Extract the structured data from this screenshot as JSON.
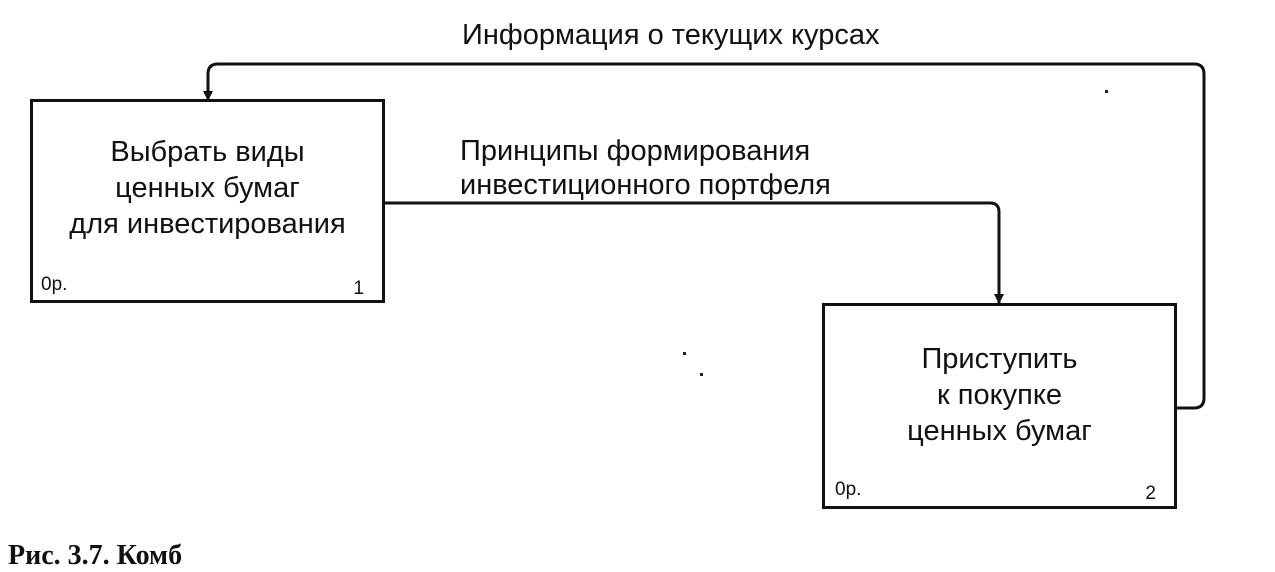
{
  "diagram": {
    "boxes": [
      {
        "id": "box-1",
        "lines": [
          "Выбрать виды",
          "ценных бумаг",
          "для инвестирования"
        ],
        "cost": "0р.",
        "number": "1"
      },
      {
        "id": "box-2",
        "lines": [
          "Приступить",
          "к покупке",
          "ценных бумаг"
        ],
        "cost": "0р.",
        "number": "2"
      }
    ],
    "arrows": [
      {
        "id": "arrow-feedback",
        "from": "box-2",
        "to": "box-1",
        "label": "Информация о текущих курсах"
      },
      {
        "id": "arrow-output",
        "from": "box-1",
        "to": "box-2",
        "label": "Принципы формирования инвестиционного портфеля",
        "label_lines": [
          "Принципы формирования",
          "инвестиционного портфеля"
        ]
      }
    ]
  },
  "caption": "Рис. 3.7. Комб"
}
